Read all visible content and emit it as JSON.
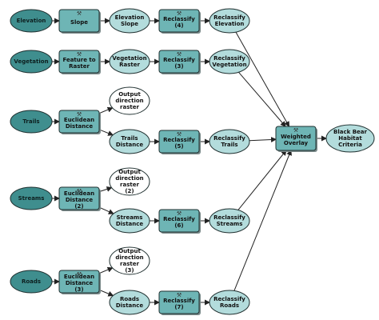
{
  "colors": {
    "input_fill": "#3f8e8e",
    "tool_fill": "#6eb5b5",
    "derived_fill": "#b3dcdc",
    "output_fill": "#ffffff",
    "stroke": "#1f2f2f",
    "arrow": "#222222"
  },
  "nodes": {
    "elevation": "Elevation",
    "slope": "Slope",
    "elevation_slope": "Elevation Slope",
    "reclassify_4": "Reclassify (4)",
    "reclassify_elevation": "Reclassify Elevation",
    "vegetation": "Vegetation",
    "feature_to_raster": "Feature to Raster",
    "vegetation_raster": "Vegetation Raster",
    "reclassify_3": "Reclassify (3)",
    "reclassify_vegetation": "Reclassify Vegetation",
    "trails": "Trails",
    "euclidean_distance": "Euclidean Distance",
    "output_direction_raster": "Output direction raster",
    "trails_distance": "Trails Distance",
    "reclassify_5": "Reclassify (5)",
    "reclassify_trails": "Reclassify Trails",
    "weighted_overlay": "Weighted Overlay",
    "black_bear_habitat_criteria": "Black Bear Habitat Criteria",
    "streams": "Streams",
    "euclidean_distance_2": "Euclidean Distance (2)",
    "output_direction_raster_2": "Output direction raster (2)",
    "streams_distance": "Streams Distance",
    "reclassify_6": "Reclassify (6)",
    "reclassify_streams": "Reclassify Streams",
    "roads": "Roads",
    "euclidean_distance_3": "Euclidean Distance (3)",
    "output_direction_raster_3": "Output direction raster (3)",
    "roads_distance": "Roads Distance",
    "reclassify_7": "Reclassify (7)",
    "reclassify_roads": "Reclassify Roads"
  }
}
